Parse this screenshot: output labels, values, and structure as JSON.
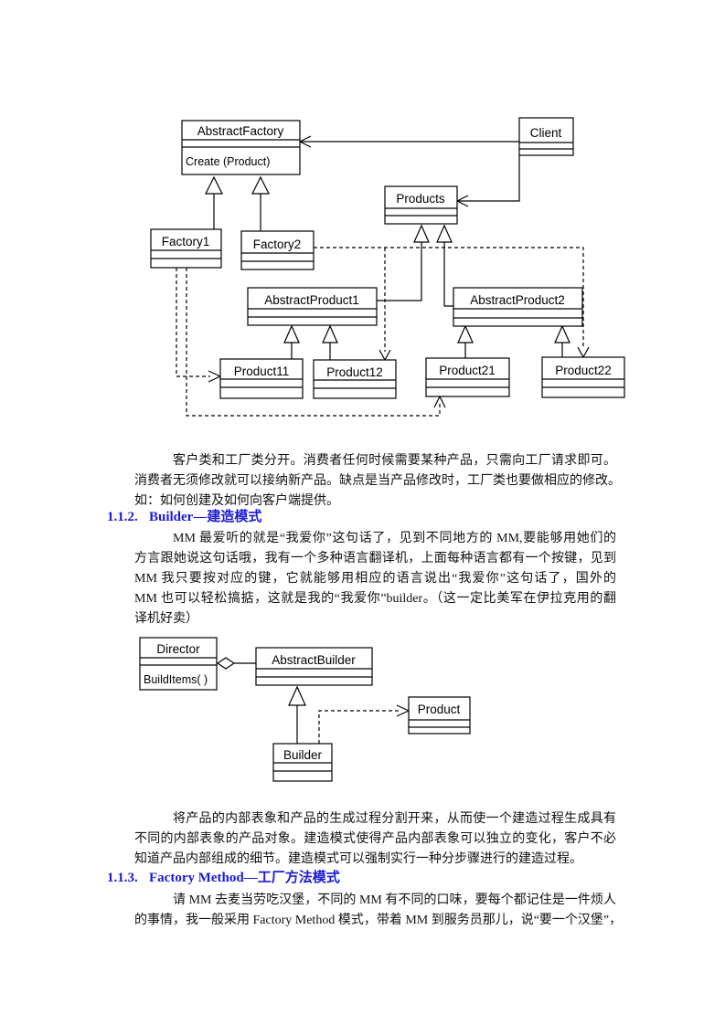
{
  "colors": {
    "heading_blue": "#1b1bd1",
    "body_text": "#111111",
    "diagram_line": "#000000",
    "background": "#ffffff"
  },
  "headings": [
    {
      "number": "1.1.2.",
      "title": "Builder—建造模式"
    },
    {
      "number": "1.1.3.",
      "title": "Factory Method—工厂方法模式"
    }
  ],
  "paragraphs": {
    "p1": [
      "客户类和工厂类分开。消费者任何时候需要某种产品，只需向工厂请求即可。",
      "消费者无须修改就可以接纳新产品。缺点是当产品修改时，工厂类也要做相应的修改。",
      "如：如何创建及如何向客户端提供。"
    ],
    "p2": [
      "MM 最爱听的就是“我爱你”这句话了，见到不同地方的 MM,要能够用她们的",
      "方言跟她说这句话哦，我有一个多种语言翻译机，上面每种语言都有一个按键，见到",
      "MM 我只要按对应的键，它就能够用相应的语言说出“我爱你”这句话了，国外的",
      "MM 也可以轻松搞掂，这就是我的“我爱你”builder。（这一定比美军在伊拉克用的翻",
      "译机好卖）"
    ],
    "p3": [
      "将产品的内部表象和产品的生成过程分割开来，从而使一个建造过程生成具有",
      "不同的内部表象的产品对象。建造模式使得产品内部表象可以独立的变化，客户不必",
      "知道产品内部组成的细节。建造模式可以强制实行一种分步骤进行的建造过程。"
    ],
    "p4": [
      "请 MM 去麦当劳吃汉堡，不同的 MM 有不同的口味，要每个都记住是一件烦人",
      "的事情，我一般采用 Factory Method 模式，带着 MM 到服务员那儿，说“要一个汉堡”，"
    ]
  },
  "diagram1": {
    "classes": {
      "abstractFactory": {
        "name": "AbstractFactory",
        "method": "Create (Product)"
      },
      "client": {
        "name": "Client"
      },
      "products": {
        "name": "Products"
      },
      "factory1": {
        "name": "Factory1"
      },
      "factory2": {
        "name": "Factory2"
      },
      "abstractProduct1": {
        "name": "AbstractProduct1"
      },
      "abstractProduct2": {
        "name": "AbstractProduct2"
      },
      "product11": {
        "name": "Product11"
      },
      "product12": {
        "name": "Product12"
      },
      "product21": {
        "name": "Product21"
      },
      "product22": {
        "name": "Product22"
      }
    }
  },
  "diagram2": {
    "classes": {
      "director": {
        "name": "Director",
        "method": "BuildItems( )"
      },
      "abstractBuilder": {
        "name": "AbstractBuilder"
      },
      "product": {
        "name": "Product"
      },
      "builder": {
        "name": "Builder"
      }
    }
  }
}
